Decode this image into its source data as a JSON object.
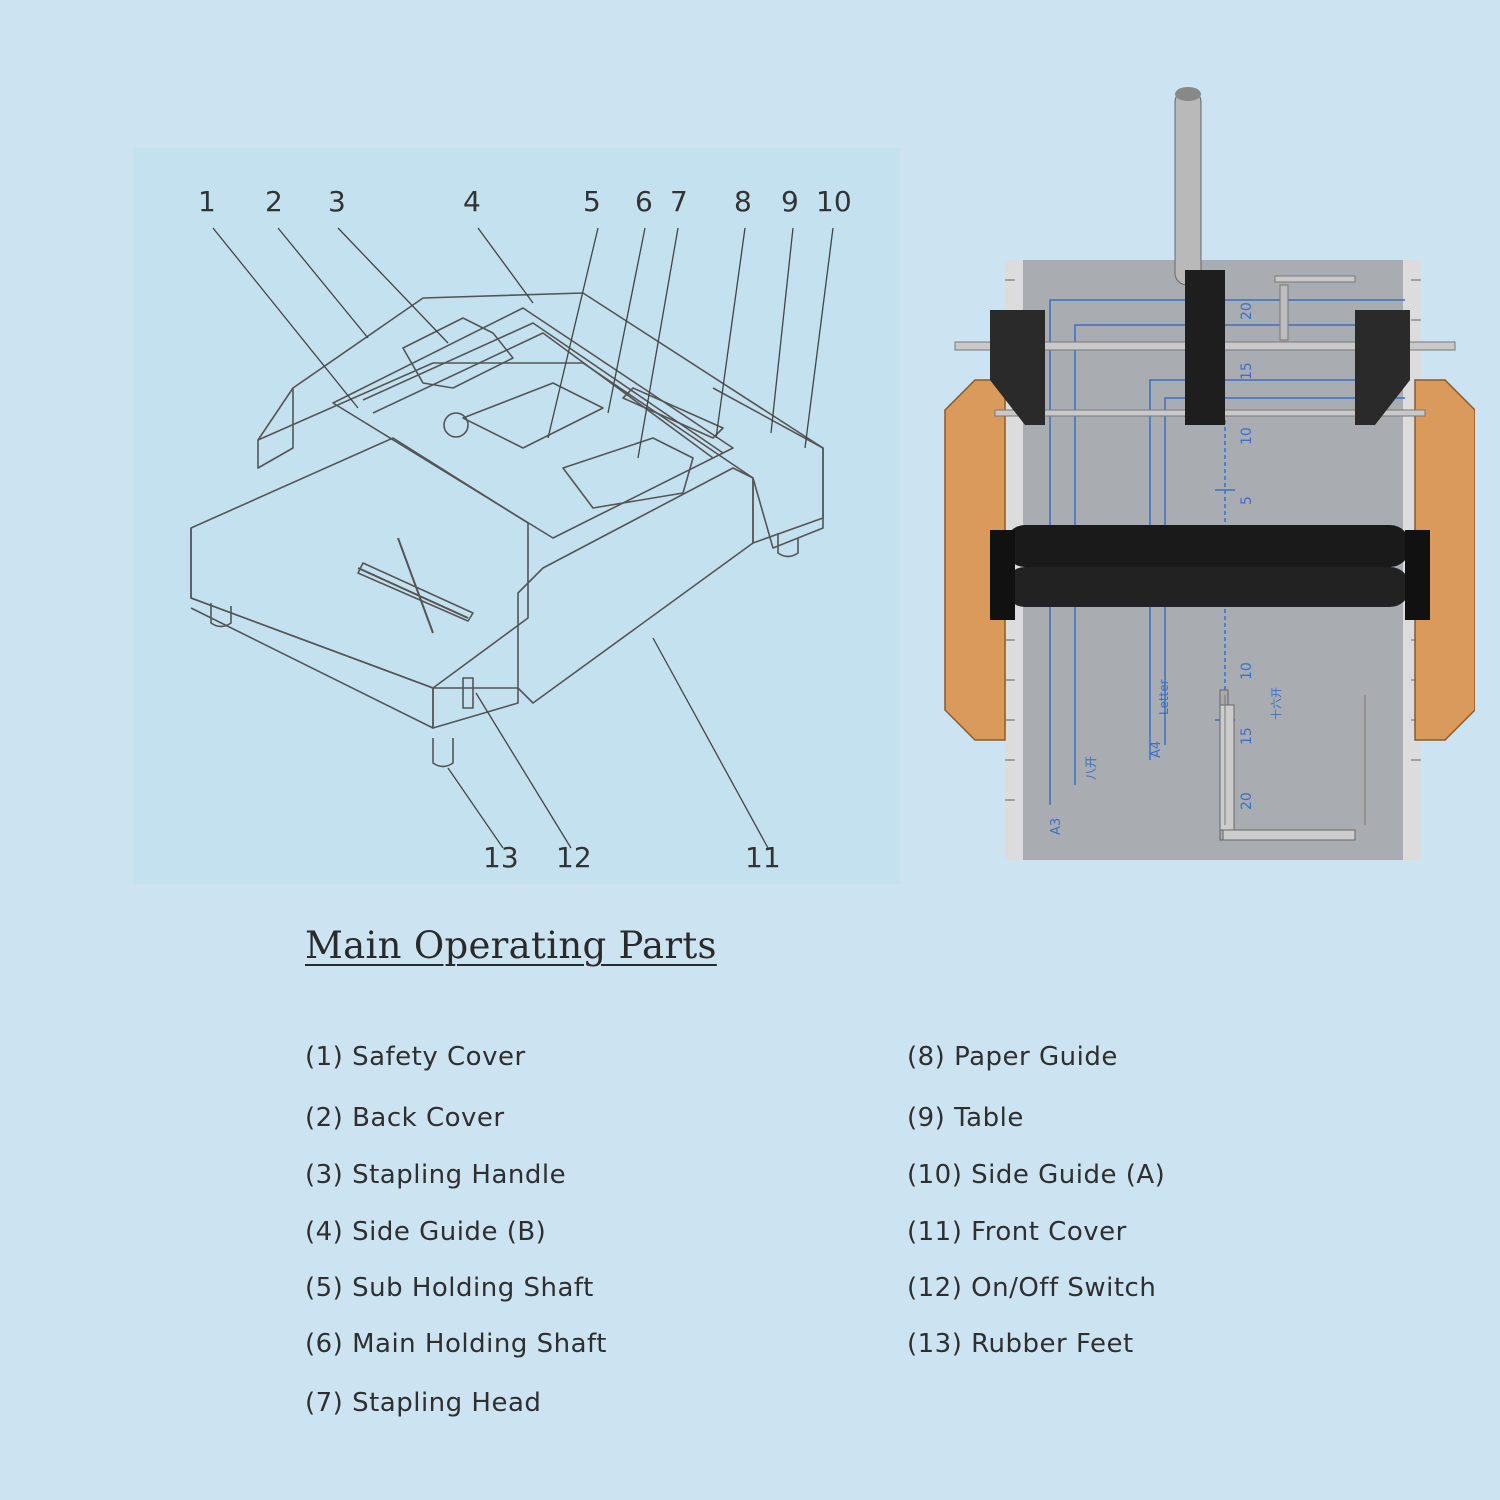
{
  "diagram": {
    "callouts": [
      "1",
      "2",
      "3",
      "4",
      "5",
      "6",
      "7",
      "8",
      "9",
      "10",
      "11",
      "12",
      "13"
    ]
  },
  "photo": {
    "scale_labels": [
      "20",
      "15",
      "10",
      "5",
      "10",
      "15",
      "20"
    ],
    "paper_sizes": [
      "A3",
      "A4",
      "Letter",
      "八开",
      "十六开"
    ]
  },
  "heading": "Main Operating Parts",
  "parts_left": [
    "(1) Safety Cover",
    "(2) Back Cover",
    "(3) Stapling Handle",
    "(4) Side Guide (B)",
    "(5) Sub Holding Shaft",
    "(6) Main Holding Shaft",
    "(7) Stapling Head"
  ],
  "parts_right": [
    "(8) Paper Guide",
    "(9) Table",
    "(10) Side Guide (A)",
    "(11) Front Cover",
    "(12) On/Off Switch",
    "(13) Rubber Feet"
  ],
  "colors": {
    "background": "#cce4f1",
    "panel": "#c4e1f0",
    "text": "#2f2f2f",
    "machine_side": "#d99a5c",
    "machine_table": "#a9acb0",
    "roller": "#1a1a1a"
  }
}
